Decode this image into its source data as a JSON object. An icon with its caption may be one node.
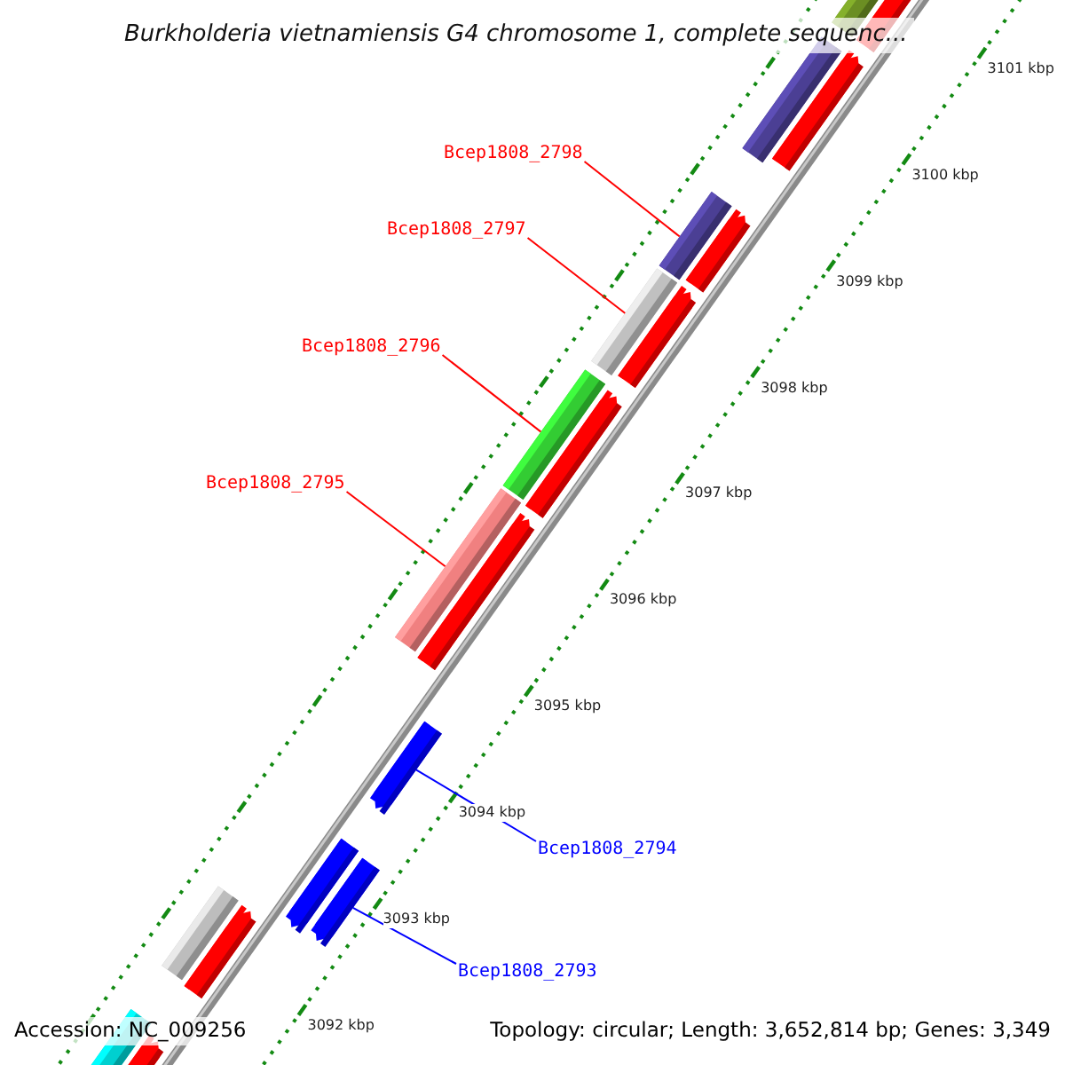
{
  "diagram": {
    "title": "Burkholderia vietnamiensis G4 chromosome 1, complete sequenc...",
    "nodes": [
      {
        "text": [
          "Bcep1808_2798"
        ]
      },
      {
        "text": [
          "Bcep1808_2797"
        ]
      },
      {
        "text": [
          "Bcep1808_2796"
        ]
      },
      {
        "text": [
          "Bcep1808_2795"
        ]
      },
      {
        "text": [
          "Bcep1808_2794"
        ]
      },
      {
        "text": [
          "Bcep1808_2793"
        ]
      },
      {
        "text": [],
        "shape": "bar"
      },
      {
        "text": [],
        "shape": "bar"
      },
      {
        "text": [],
        "shape": "bar"
      },
      {
        "text": [],
        "shape": "bar"
      },
      {
        "text": [],
        "shape": "bar"
      },
      {
        "text": [],
        "shape": "bar"
      }
    ],
    "edges": [
      {
        "from": 0,
        "to": 6,
        "arrow": "none"
      },
      {
        "from": 1,
        "to": 7,
        "arrow": "none"
      },
      {
        "from": 2,
        "to": 8,
        "arrow": "none"
      },
      {
        "from": 3,
        "to": 9,
        "arrow": "none"
      },
      {
        "from": 4,
        "to": 10,
        "arrow": "none",
        "color": "#0000ff"
      },
      {
        "from": 5,
        "to": 11,
        "arrow": "none",
        "color": "#0000ff"
      }
    ],
    "labels": [
      "3101 kbp",
      "3100 kbp",
      "3099 kbp",
      "3098 kbp",
      "3097 kbp",
      "3096 kbp",
      "3095 kbp",
      "3094 kbp",
      "3093 kbp",
      "3092 kbp",
      "Accession: NC_009256",
      "Topology: circular; Length: 3,652,814 bp; Genes: 3,349"
    ]
  }
}
